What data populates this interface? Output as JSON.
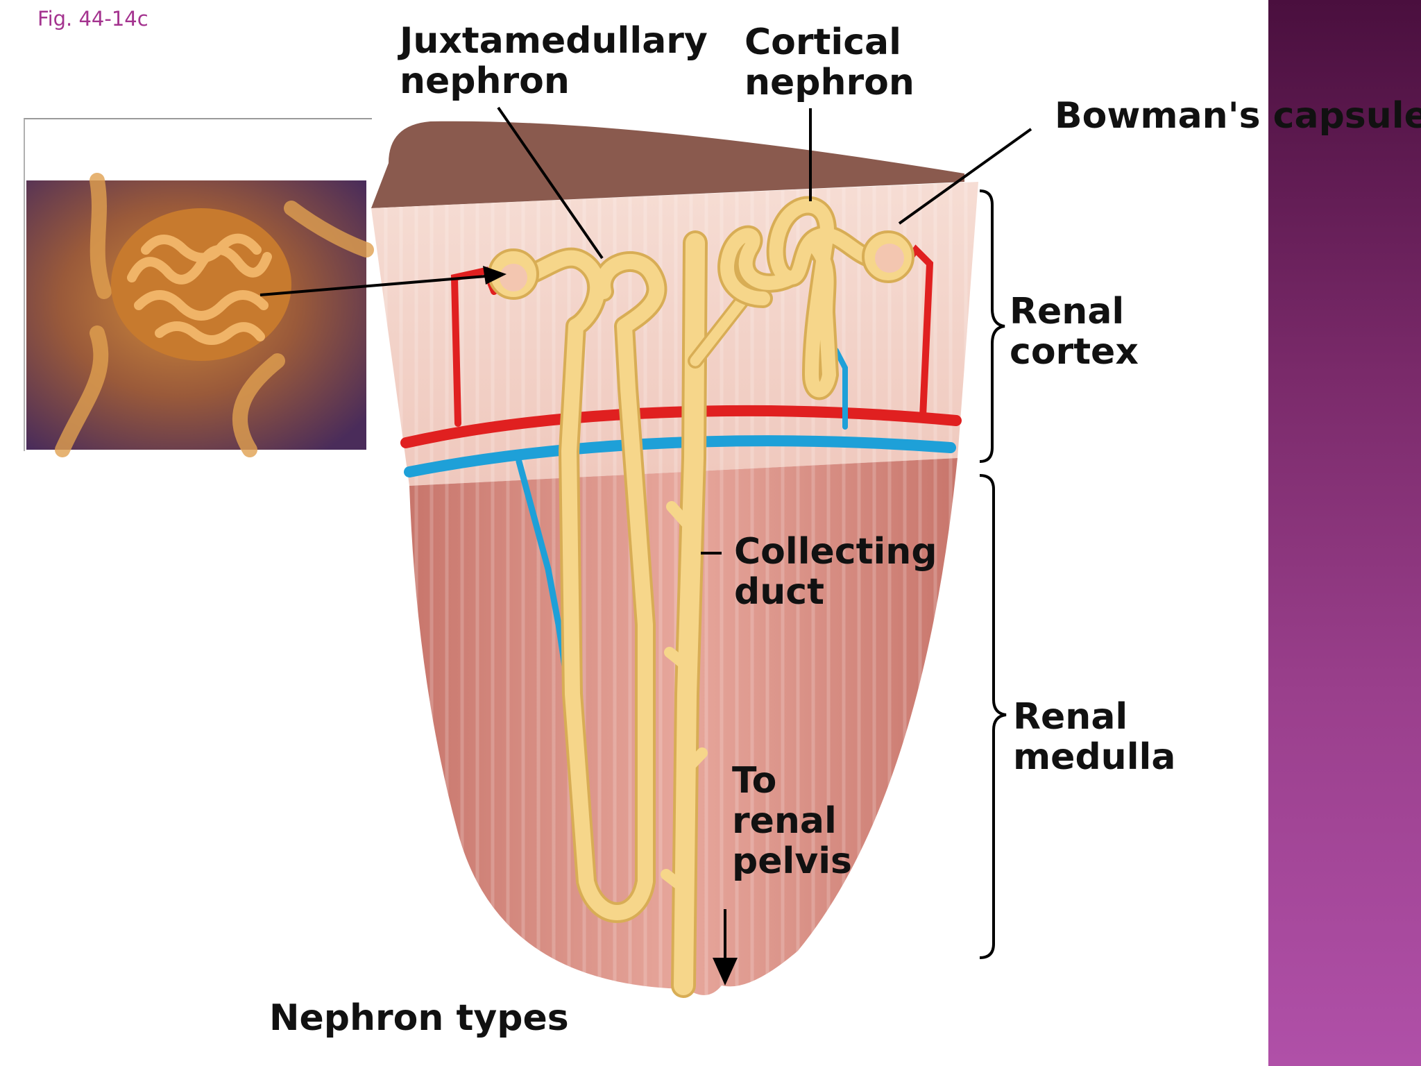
{
  "figure_label": "Fig. 44-14c",
  "labels": {
    "juxtamedullary": [
      "Juxtamedullary",
      "nephron"
    ],
    "cortical": [
      "Cortical",
      "nephron"
    ],
    "bowmans": "Bowman's capsule",
    "renal_cortex": [
      "Renal",
      "cortex"
    ],
    "collecting_duct": [
      "Collecting",
      "duct"
    ],
    "to_renal_pelvis": [
      "To",
      "renal",
      "pelvis"
    ],
    "renal_medulla": [
      "Renal",
      "medulla"
    ]
  },
  "caption": "Nephron types",
  "colors": {
    "artery": "#e02020",
    "vein": "#1ea0d8",
    "tubule": "#f6d68a",
    "tubule_outline": "#d8ad55",
    "cortex": "#f3d3c9",
    "medulla": "#d8877c",
    "capsule_top": "#8a5a4e",
    "side_band": "#8a2f7a",
    "figure_label": "#a4338f"
  }
}
